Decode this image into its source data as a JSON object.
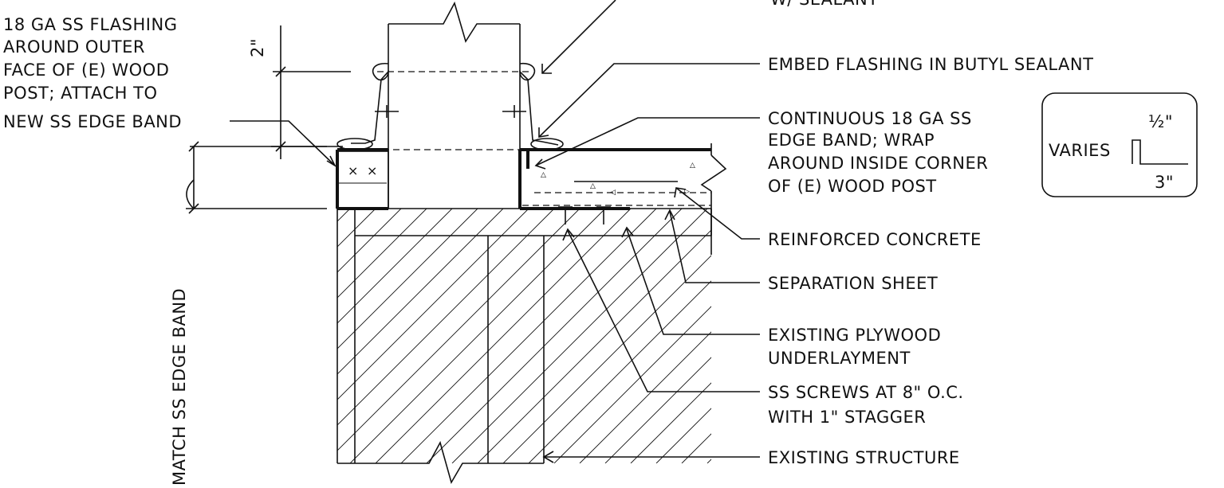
{
  "callouts": {
    "sealant_partial": "W/ SEALANT",
    "outer_flashing": [
      "18 GA SS FLASHING",
      "AROUND OUTER",
      "FACE  OF (E) WOOD",
      "POST; ATTACH TO",
      "NEW SS EDGE BAND"
    ],
    "embed_flashing": "EMBED FLASHING IN BUTYL SEALANT",
    "edge_band": [
      "CONTINUOUS 18 GA SS",
      "EDGE BAND; WRAP",
      "AROUND INSIDE CORNER",
      "OF (E) WOOD POST"
    ],
    "concrete": "REINFORCED CONCRETE",
    "separation": "SEPARATION SHEET",
    "plywood": [
      "EXISTING PLYWOOD",
      "UNDERLAYMENT"
    ],
    "screws": [
      "SS SCREWS AT 8\" O.C.",
      "WITH 1\" STAGGER"
    ],
    "structure": "EXISTING STRUCTURE"
  },
  "dimensions": {
    "flashing_height": "2\"",
    "band_height": "MATCH SS EDGE BAND"
  },
  "profile_detail": {
    "top": "½\"",
    "left": "VARIES",
    "bottom": "3\""
  }
}
